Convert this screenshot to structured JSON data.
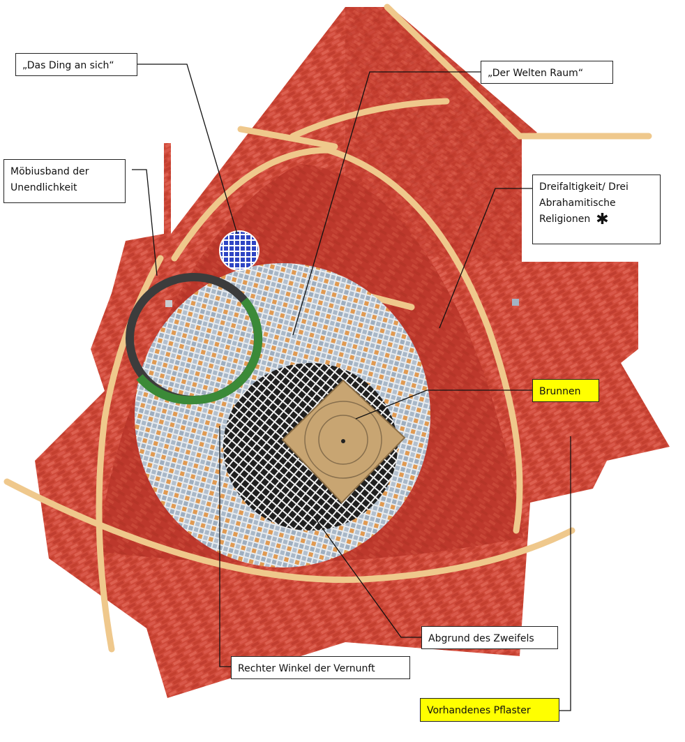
{
  "labels": {
    "ding": "„Das Ding an sich“",
    "welten": "„Der Welten Raum“",
    "moebius_line1": "Möbiusband der",
    "moebius_line2": "Unendlichkeit",
    "dreifalt_line1": "Dreifaltigkeit/ Drei",
    "dreifalt_line2": "Abrahamitische",
    "dreifalt_line3": "Religionen",
    "dreifalt_mark": "✱",
    "brunnen": "Brunnen",
    "abgrund": "Abgrund des Zweifels",
    "winkel": "Rechter Winkel der Vernunft",
    "pflaster": "Vorhandenes Pflaster"
  },
  "colors": {
    "brick_red": "#d2493a",
    "brick_dark": "#b2352b",
    "sand": "#f0c98a",
    "stone_blue": "#a8b7c7",
    "abyss_black": "#1b1b1b",
    "fountain_gold": "#c9a877",
    "highlight_yellow": "#ffff00",
    "moebius_dark": "#3a3a3a",
    "moebius_green": "#3c8a3a",
    "ding_blue": "#2a3fbf"
  }
}
